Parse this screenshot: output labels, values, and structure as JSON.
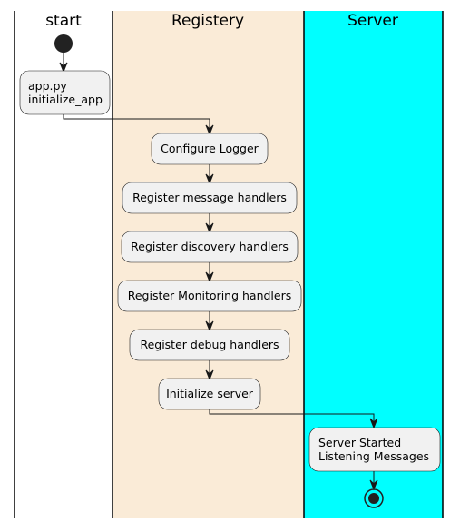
{
  "diagram": {
    "type": "activity-swimlane",
    "colors": {
      "lane_start": "#FFFFFF",
      "lane_registery": "#FAEBD7",
      "lane_server": "#00FFFF",
      "node_fill": "#F1F1F1",
      "stroke": "#181818",
      "terminal": "#222222"
    },
    "lanes": [
      {
        "title": "start"
      },
      {
        "title": "Registery"
      },
      {
        "title": "Server"
      }
    ],
    "nodes": [
      {
        "lines": [
          "app.py",
          "initialize_app"
        ]
      },
      {
        "lines": [
          "Configure Logger"
        ]
      },
      {
        "lines": [
          "Register message handlers"
        ]
      },
      {
        "lines": [
          "Register discovery handlers"
        ]
      },
      {
        "lines": [
          "Register Monitoring handlers"
        ]
      },
      {
        "lines": [
          "Register debug handlers"
        ]
      },
      {
        "lines": [
          "Initialize server"
        ]
      },
      {
        "lines": [
          "Server Started",
          "Listening Messages"
        ]
      }
    ]
  }
}
